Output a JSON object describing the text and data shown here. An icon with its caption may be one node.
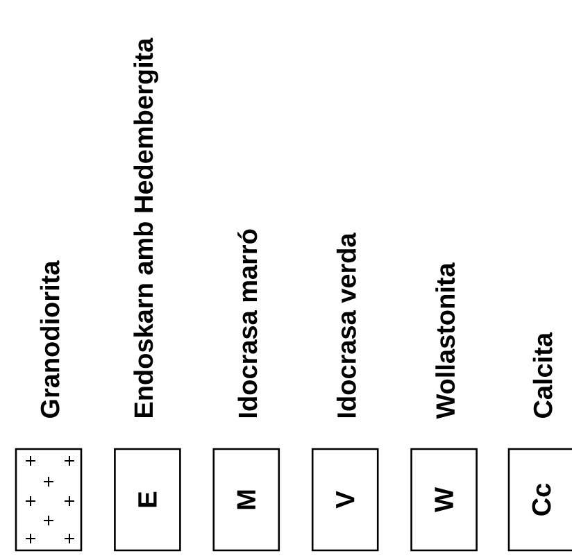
{
  "diagram": {
    "nodes": [
      {
        "text": [],
        "shape": "box",
        "beside": [
          "Granodiorita"
        ]
      },
      {
        "text": [
          "E"
        ],
        "beside": [
          "Endoskarn amb Hedembergita"
        ]
      },
      {
        "text": [
          "M"
        ],
        "beside": [
          "Idocrasa marró"
        ]
      },
      {
        "text": [
          "V"
        ],
        "beside": [
          "Idocrasa verda"
        ]
      },
      {
        "text": [
          "W"
        ],
        "beside": [
          "Wollastonita"
        ]
      },
      {
        "text": [
          "Cc"
        ],
        "beside": [
          "Calcita"
        ]
      }
    ]
  }
}
